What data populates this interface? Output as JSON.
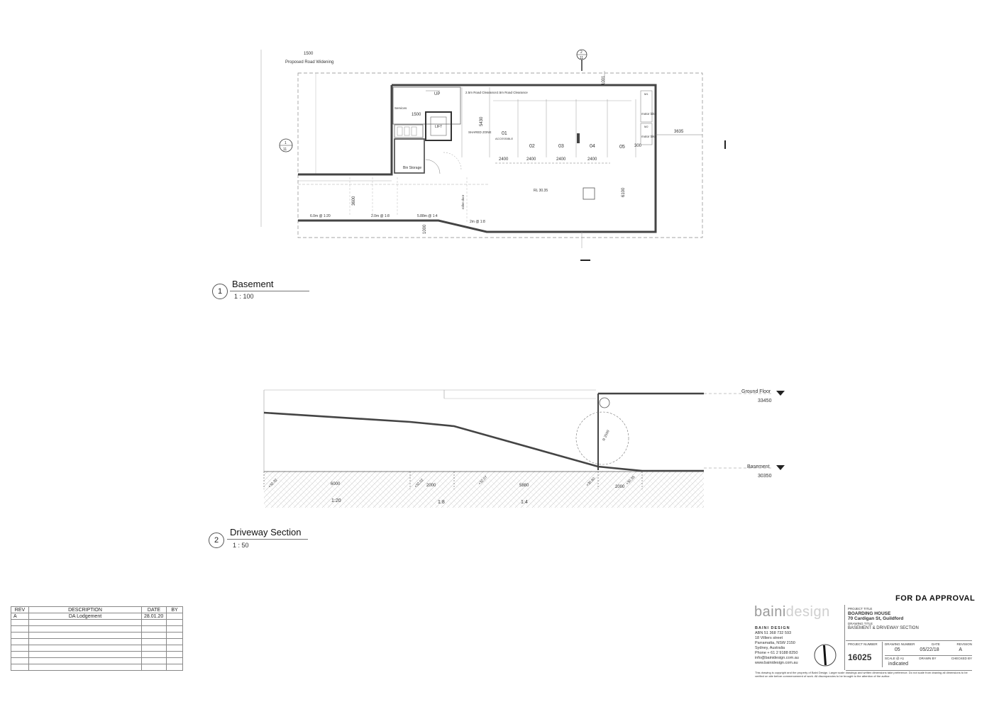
{
  "views": {
    "basement": {
      "number": "1",
      "title": "Basement",
      "scale": "1 : 100",
      "labels": {
        "road_widening_dim": "1500",
        "road_widening": "Proposed Road Widening",
        "section_marker": "2",
        "section_marker_sheet": "11",
        "left_marker": "1",
        "left_marker_sheet": "11",
        "up": "UP",
        "road_clearance": "2.5m Road Clearance",
        "dim_1500": "1500",
        "lift": "LIFT",
        "bin_storage": "Bin Storage",
        "shared_zone": "SHARED ZONE",
        "dim_5430": "5430",
        "dim_3635": "3635",
        "dim_3600": "3600",
        "dim_6100": "6100",
        "dim_1000": "1000",
        "dim_1001": "1001",
        "dim_300": "300",
        "accessible": "ACCESSIBLE",
        "space_01": "01",
        "space_02": "02",
        "space_03": "03",
        "space_04": "04",
        "space_05": "05",
        "width_2400": "2400",
        "motorbike_01": "M1",
        "motorbike_02": "M2",
        "motor_bike": "motor bike",
        "rl": "RL 30.35",
        "ramp_1": "6.0m @ 1:20",
        "ramp_2": "2.0m @ 1:8",
        "ramp_3": "5.88m @ 1:4",
        "ramp_4": "2m @ 1:8",
        "roller_door": "roller door",
        "services": "Services"
      }
    },
    "driveway": {
      "number": "2",
      "title": "Driveway Section",
      "scale": "1 : 50",
      "levels": [
        {
          "name": "Ground Floor",
          "value": "33450"
        },
        {
          "name": "Basement",
          "value": "30350"
        }
      ],
      "spots": [
        "+32.32",
        "+32.02",
        "+32.07",
        "+30.60",
        "+30.35"
      ],
      "lengths": [
        "6000",
        "2000",
        "5880",
        "2000"
      ],
      "grades": [
        "1:20",
        "1:8",
        "1:4"
      ],
      "radius": "R 2500"
    }
  },
  "revisions": {
    "headers": [
      "REV",
      "DESCRIPTION",
      "DATE",
      "BY"
    ],
    "rows": [
      {
        "rev": "A",
        "description": "DA Lodgement",
        "date": "28.01.20",
        "by": ""
      }
    ]
  },
  "title_block": {
    "status": "FOR DA APPROVAL",
    "logo_bold": "baini",
    "logo_light": "design",
    "firm": "BAINI DESIGN",
    "abn": "ABN 51 368 732 593",
    "address1": "18 Villiers street",
    "address2": "Parramatta, NSW 2150",
    "address3": "Sydney, Australia",
    "phone": "Phone + 61 2 9188 8250",
    "email": "info@bainidesign.com.au",
    "web": "www.bainidesign.com.au",
    "project_title_label": "PROJECT TITLE",
    "project_title": "BOARDING HOUSE",
    "project_address": "70 Cardigan St, Guildford",
    "drawing_title_label": "DRAWING TITLE",
    "drawing_title": "BASEMENT & DRIVEWAY SECTION",
    "project_number_label": "PROJECT NUMBER",
    "project_number": "16025",
    "drawing_number_label": "DRAWING NUMBER",
    "drawing_number": "05",
    "date_label": "DATE",
    "date": "05/22/18",
    "revision_label": "REVISION",
    "revision": "A",
    "scale_label": "SCALE @ A1",
    "scale": "indicated",
    "drawn_by_label": "DRAWN BY",
    "checked_by_label": "CHECKED BY",
    "copyright": "This drawing is copyright and the property of Baini Design. Larger scale drawings and written dimensions take preference. Do not scale from drawing all dimensions to be verified on site before commencement of work. All discrepancies to be brought to the attention of the author."
  }
}
